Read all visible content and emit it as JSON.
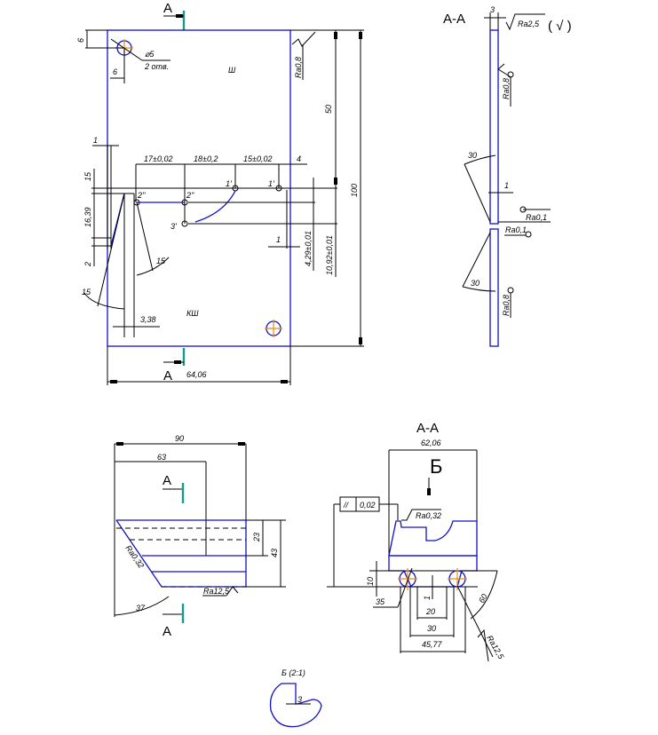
{
  "colors": {
    "outline": "#1010c8",
    "section_marker": "#159a8e",
    "center_mark": "#f08a10",
    "line": "#000000"
  },
  "view_front": {
    "section_label_top": "A",
    "section_label_bottom": "A",
    "hole_note_symbol": "⌀5",
    "hole_note_count": "2 отв.",
    "face_label_top": "Ш",
    "face_label_bottom": "КШ",
    "dims": {
      "hole_offset_v": "6",
      "hole_offset_h": "6",
      "gap_left": "1",
      "pitch_1": "17±0,02",
      "pitch_2": "18±0,2",
      "pitch_3": "15±0,02",
      "edge_right": "4",
      "v_15": "15",
      "v_16_39": "16,39",
      "v_2": "2",
      "width_3_38": "3,38",
      "gap_right": "1",
      "height_50": "50",
      "height_100": "100",
      "v_4_29": "4,29±0,01",
      "v_10_92": "10,92±0,01",
      "width_total": "64,06",
      "angle_15a": "15",
      "angle_15b": "15"
    },
    "roughness_right": "Ra0,8",
    "point_labels": [
      "2''",
      "2''",
      "1'",
      "1'",
      "3'"
    ]
  },
  "view_section_aa_top": {
    "title": "A-A",
    "thickness": "3",
    "general_roughness": "Ra2,5",
    "general_roughness_paren": "( √ )",
    "roughness_upper": "Ra0,8",
    "roughness_lower": "Ra0,8",
    "roughness_tip_1": "Ra0,1",
    "roughness_tip_2": "Ra0,1",
    "tip_dim": "1",
    "angle_upper": "30",
    "angle_lower": "30"
  },
  "view_side": {
    "section_label_top": "A",
    "section_label_bottom": "A",
    "dim_90": "90",
    "dim_63": "63",
    "dim_23": "23",
    "dim_43": "43",
    "roughness_bevel": "Ra0,32",
    "roughness_bottom": "Ra12,5",
    "angle": "37"
  },
  "view_section_aa_bottom": {
    "title": "A-A",
    "dim_width": "62,06",
    "detail_label": "Б",
    "tolerance_symbol": "//",
    "tolerance_value": "0,02",
    "roughness_top": "Ra0,32",
    "roughness_right": "Ra12,5",
    "dim_10": "10",
    "dim_1": "1",
    "dim_20": "20",
    "dim_30": "30",
    "dim_45_77": "45,77",
    "angle_60": "60",
    "angle_35": "35"
  },
  "detail_b": {
    "title": "Б (2:1)",
    "dim": "3"
  }
}
